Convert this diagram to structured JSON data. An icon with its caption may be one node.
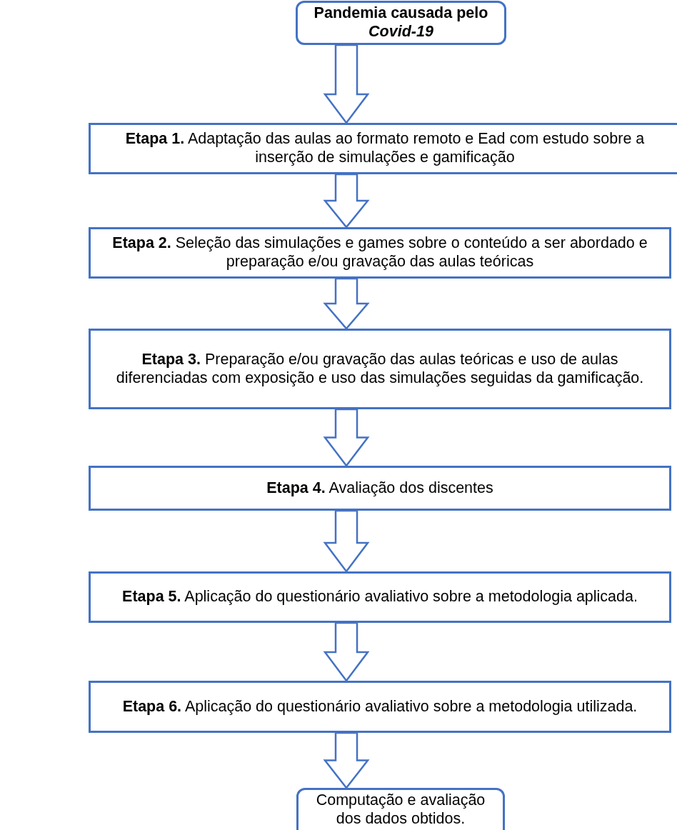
{
  "diagram": {
    "nodes": [
      {
        "text": [
          "Pandemia causada pelo *Covid-19*"
        ]
      },
      {
        "text": [
          "**Etapa 1.** Adaptação das aulas ao formato remoto e Ead com estudo sobre a inserção de simulações e gamificação"
        ]
      },
      {
        "text": [
          "**Etapa 2.** Seleção das simulações e games sobre o conteúdo a ser abordado e preparação e/ou gravação das aulas teóricas"
        ]
      },
      {
        "text": [
          "**Etapa 3.** Preparação e/ou gravação das aulas teóricas e uso de aulas diferenciadas com exposição e uso das simulações seguidas da gamificação."
        ]
      },
      {
        "text": [
          "**Etapa 4.** Avaliação dos discentes"
        ]
      },
      {
        "text": [
          "**Etapa 5.** Aplicação do questionário avaliativo sobre a metodologia aplicada."
        ]
      },
      {
        "text": [
          "**Etapa 6.** Aplicação do questionário avaliativo sobre a metodologia utilizada."
        ]
      },
      {
        "text": [
          "Computação e avaliação dos dados obtidos."
        ]
      }
    ],
    "edges": [
      {
        "from": 0,
        "to": 1,
        "arrow": "to"
      },
      {
        "from": 1,
        "to": 2,
        "arrow": "to"
      },
      {
        "from": 2,
        "to": 3,
        "arrow": "to"
      },
      {
        "from": 3,
        "to": 4,
        "arrow": "to"
      },
      {
        "from": 4,
        "to": 5,
        "arrow": "to"
      },
      {
        "from": 5,
        "to": 6,
        "arrow": "to"
      },
      {
        "from": 6,
        "to": 7,
        "arrow": "to"
      }
    ]
  }
}
